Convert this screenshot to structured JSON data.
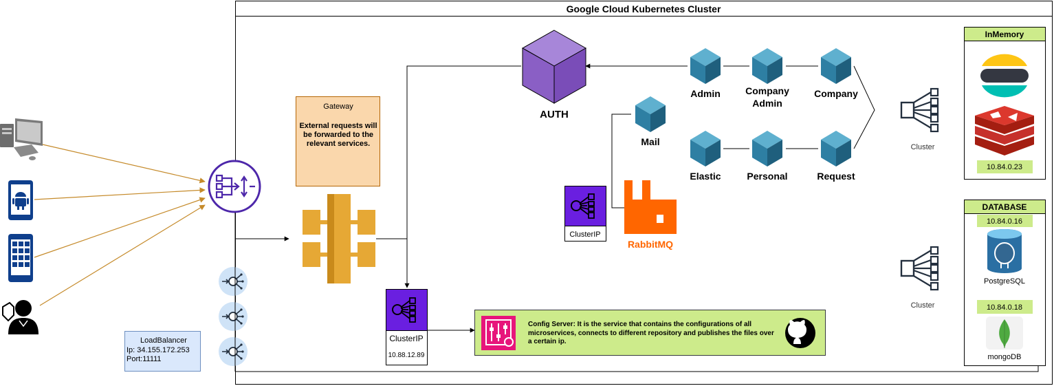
{
  "cluster": {
    "title": "Google Cloud Kubernetes Cluster"
  },
  "gateway": {
    "title": "Gateway",
    "description": "External requests will be forwarded to the relevant services."
  },
  "load_balancer": {
    "title": "LoadBalancer",
    "ip": "Ip: 34.155.172.253",
    "port": "Port:11111"
  },
  "auth": {
    "label": "AUTH"
  },
  "services": {
    "admin": "Admin",
    "company_admin_line1": "Company",
    "company_admin_line2": "Admin",
    "company": "Company",
    "mail": "Mail",
    "elastic": "Elastic",
    "personal": "Personal",
    "request": "Request"
  },
  "rabbitmq": {
    "label": "RabbitMQ"
  },
  "cluster_ip_mail": {
    "label": "ClusterIP"
  },
  "cluster_ip_config": {
    "label": "ClusterIP",
    "ip": "10.88.12.89"
  },
  "config_server": {
    "text": "Config Server: It is the service that contains the configurations of all microservices, connects to different repository and publishes the files over a certain ip."
  },
  "cluster_icons": {
    "top_label": "Cluster",
    "bottom_label": "Cluster"
  },
  "inmemory": {
    "title": "InMemory",
    "ip": "10.84.0.23"
  },
  "database": {
    "title": "DATABASE",
    "postgres_ip": "10.84.0.16",
    "postgres_label": "PostgreSQL",
    "mongo_ip": "10.84.0.18",
    "mongo_label": "mongoDB"
  },
  "colors": {
    "cube": "#2e7fa3",
    "auth_cube": "#8a5fc5",
    "clusterip": "#6a1fe0",
    "gateway_fill": "#fad7ac",
    "gateway_border": "#b46504",
    "lb_fill": "#dae8fc",
    "config_fill": "#cdeb8b",
    "label_green": "#cdeb8b",
    "client_arrow": "#c58a2a",
    "rabbitmq": "#ff6600",
    "api_gateway": "#e6a835"
  },
  "icons": [
    "desktop-computer-icon",
    "android-phone-icon",
    "mobile-app-icon",
    "admin-user-icon",
    "load-balancer-icon",
    "network-endpoint-icon",
    "api-gateway-icon",
    "cube-service-icon",
    "rabbitmq-icon",
    "cluster-ip-icon",
    "config-server-icon",
    "github-icon",
    "cluster-icon",
    "elastic-icon",
    "redis-icon",
    "postgresql-icon",
    "mongodb-icon"
  ]
}
